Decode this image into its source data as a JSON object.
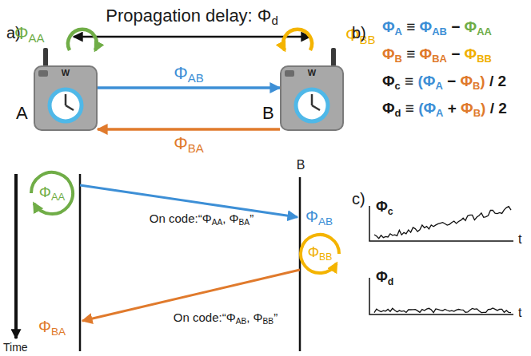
{
  "diagram": {
    "nodes": [
      {
        "text": [
          "A"
        ]
      },
      {
        "text": [
          "B"
        ]
      }
    ],
    "edges": [
      {
        "from": 0,
        "to": 1,
        "arrow": "to",
        "label": "ΦAB"
      },
      {
        "from": 1,
        "to": 0,
        "arrow": "to",
        "label": "ΦBA"
      }
    ],
    "labels": [
      "a)",
      "Propagation delay: Φd",
      "ΦAA",
      "ΦBB",
      "W",
      "W",
      "B",
      "ΦAA",
      "ΦAB",
      "On code:“ΦAA, ΦBA”",
      "ΦBB",
      "ΦBA",
      "On code:“ΦAB, ΦBB”",
      "Time",
      "b)",
      "ΦA ≡ ΦAB − ΦAA",
      "ΦB ≡ ΦBA − ΦBB",
      "Φc ≡ (ΦA − ΦB) / 2",
      "Φd ≡ (ΦA + ΦB) / 2",
      "c)",
      "Φc",
      "t",
      "Φd",
      "t"
    ]
  }
}
